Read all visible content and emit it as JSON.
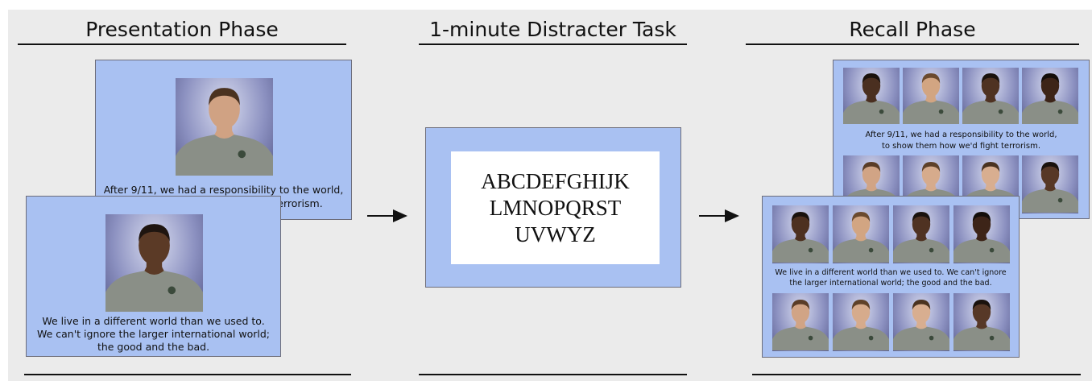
{
  "headings": {
    "presentation": "Presentation Phase",
    "distracter": "1-minute Distracter Task",
    "recall": "Recall Phase"
  },
  "presentation": {
    "back_caption": [
      "After 9/11, we had a responsibility to the world,",
      "to show them how we'd fight terrorism."
    ],
    "front_caption": [
      "We live in a different world than we used to.",
      "We can't ignore the larger international world;",
      "the good and the bad."
    ]
  },
  "distracter": {
    "letters": [
      "ABCDEFGHIJK",
      "LMNOPQRST",
      "UVWYZ"
    ]
  },
  "recall": {
    "back_caption": [
      "After 9/11, we had a responsibility to the world,",
      "to show them how we'd fight terrorism."
    ],
    "front_caption": [
      "We live in a different world than we used to.  We can't ignore",
      "the larger international world; the good and the bad."
    ]
  },
  "colors": {
    "slide_background": "#a9c1f2",
    "canvas_background": "#ebebeb",
    "shirt": "#8a8f87"
  },
  "icons": [
    "face-photo",
    "right-arrow"
  ]
}
